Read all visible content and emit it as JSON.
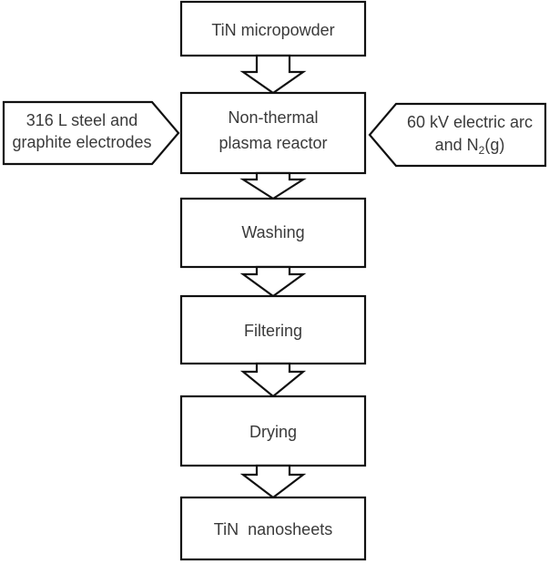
{
  "steps": {
    "input": "TiN micropowder",
    "reactor_line1": "Non-thermal",
    "reactor_line2": "plasma reactor",
    "washing": "Washing",
    "filtering": "Filtering",
    "drying": "Drying",
    "output": "TiN  nanosheets"
  },
  "left_input": {
    "line1": "316 L steel and",
    "line2": "graphite electrodes"
  },
  "right_input": {
    "line1": "60 kV electric arc",
    "line2_prefix": "and N",
    "line2_sub": "2",
    "line2_suffix": "(g)"
  }
}
